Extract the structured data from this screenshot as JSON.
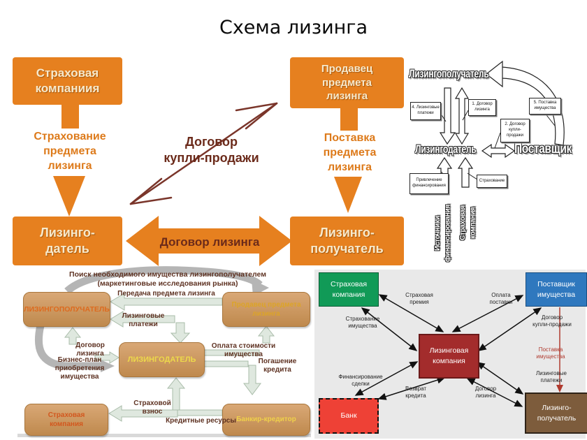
{
  "title": "Схема лизинга",
  "colors": {
    "orange": "#E6801F",
    "maroon_text": "#6B2A1A",
    "tan_box": "#C8935C",
    "green_box": "#119A57",
    "blue_box": "#2F78BE",
    "dark_red_box": "#A32C2C",
    "red_box": "#EE4136",
    "brown_box": "#7D5C3C",
    "gray_panel": "#E9E9E9"
  },
  "d1": {
    "box_insurance": "Страховая\nкомпаниия",
    "box_seller": "Продавец\nпредмета\nлизинга",
    "box_lessor": "Лизинго-\nдатель",
    "box_lessee": "Лизинго-\nполучатель",
    "lbl_insurance": "Страхование\nпредмета\nлизинга",
    "lbl_purchase": "Договор\nкупли-продажи",
    "lbl_delivery": "Поставка\nпредмета\nлизинга",
    "lbl_leasing": "Договор лизинга"
  },
  "d2": {
    "lessee": "Лизингополучатель",
    "lessor": "Лизингодатель",
    "supplier": "Поставщик",
    "box4": "4. Лизинговые\nплатежи",
    "box1": "1. Договор\nлизинга",
    "box5": "5. Поставка\nимущества",
    "box2": "2. Договор\nкупли-\nпродажи",
    "box_financing": "Привлечение\nфинансирования",
    "box_insurance": "Страхование",
    "vertical_sources": "Источники\nфинансирования",
    "vertical_insurer": "Страховая\nкомпания"
  },
  "d3": {
    "note": "Поиск необходимого  имущества лизингополучателем\n(маркетинговые исследования рынка)",
    "lessee": "ЛИЗИНГОПОЛУЧАТЕЛЬ",
    "seller": "Продавец предмета\nлизинга",
    "lessor": "ЛИЗИНГОДАТЕЛЬ",
    "insurer": "Страховая\nкомпания",
    "banker": "Банкир-кредитор",
    "lbl_transfer": "Передача предмета лизинга",
    "lbl_payments": "Лизинговые\nплатежи",
    "lbl_contract": "Договор\nлизинга",
    "lbl_cost": "Оплата стоимости\nимущества",
    "lbl_plan": "Бизнес-план\nприобретения имущества",
    "lbl_repay": "Погашение\nкредита",
    "lbl_fee": "Страховой\nвзнос",
    "lbl_credit": "Кредитные ресурсы"
  },
  "d4": {
    "insurer": "Страховая\nкомпания",
    "supplier": "Поставщик\nимущества",
    "center": "Лизинговая\nкомпания",
    "bank": "Банк",
    "lessee": "Лизинго-\nполучатель",
    "lbl_premium": "Страховая\nпремия",
    "lbl_insuring": "Страхование\nимущества",
    "lbl_payment": "Оплата\nпоставки",
    "lbl_purchase": "Договор\nкупли-продажи",
    "lbl_delivery": "Поставка\nимущества",
    "lbl_financing": "Финансирование\nсделки",
    "lbl_return": "Возврат\nкредита",
    "lbl_contract": "Договор\nлизинга",
    "lbl_lease_pay": "Лизинговые\nплатежи"
  }
}
